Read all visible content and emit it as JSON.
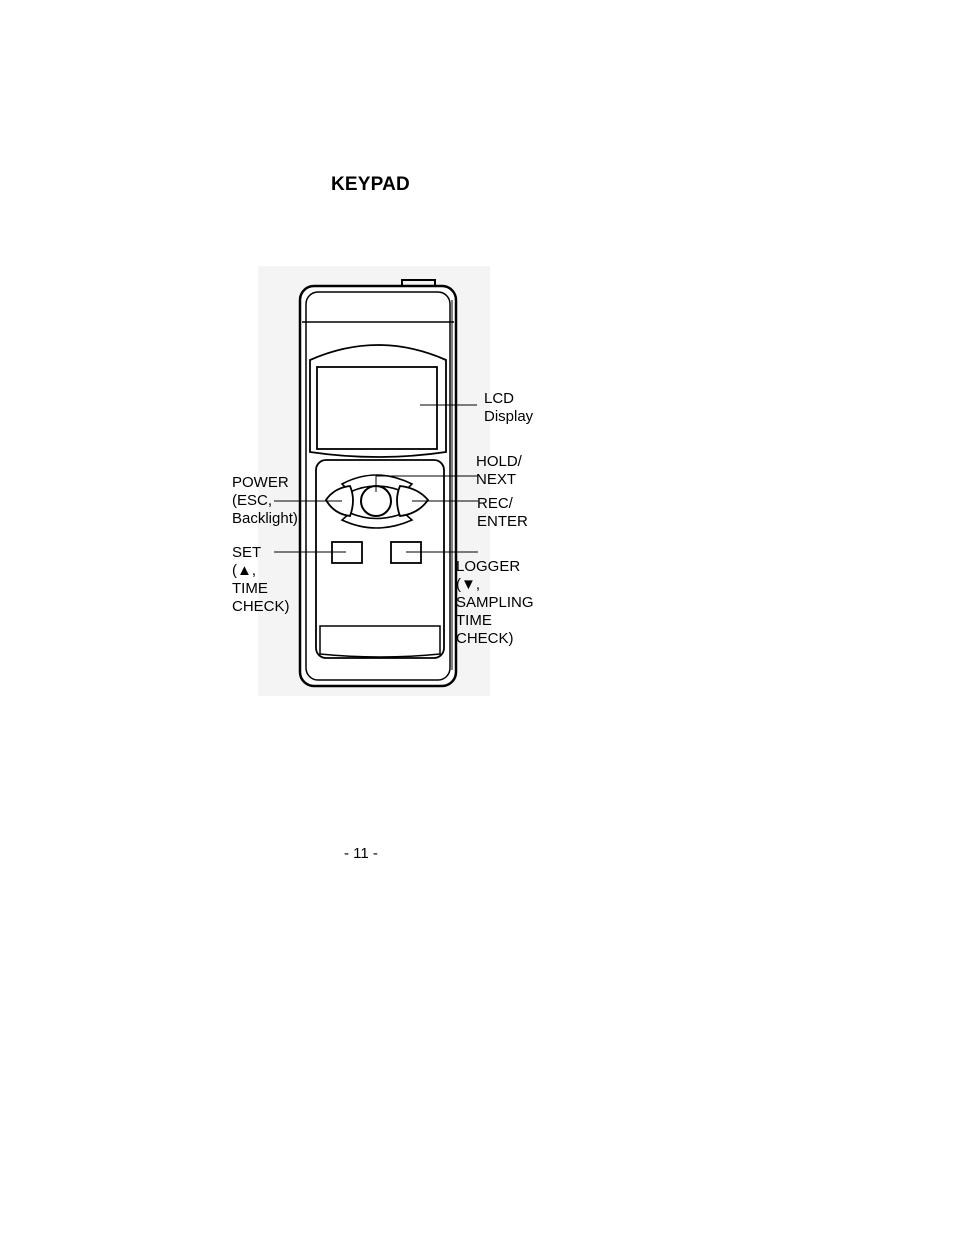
{
  "page": {
    "title": "KEYPAD",
    "page_number": "- 11 -"
  },
  "callouts": {
    "lcd": "LCD\nDisplay",
    "hold": "HOLD/\nNEXT",
    "power": "POWER\n(ESC,\nBacklight)",
    "rec": "REC/\nENTER",
    "set": "SET\n(▲,\nTIME\nCHECK)",
    "logger": "LOGGER\n(▼,\nSAMPLING\nTIME\nCHECK)"
  }
}
